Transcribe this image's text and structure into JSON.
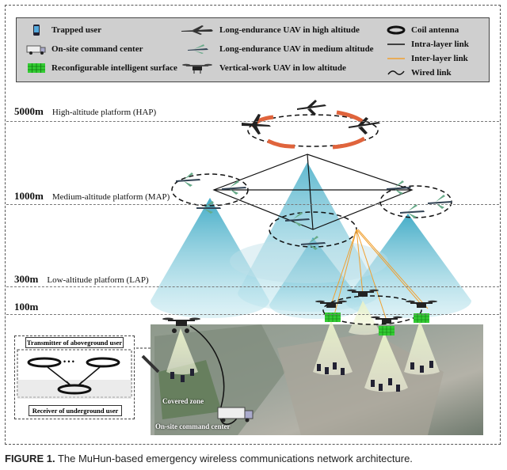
{
  "legend": {
    "trapped_user": "Trapped user",
    "command_center": "On-site command center",
    "ris": "Reconfigurable intelligent surface",
    "uav_high": "Long-endurance UAV in high altitude",
    "uav_medium": "Long-endurance UAV in medium altitude",
    "uav_low": "Vertical-work UAV in low altitude",
    "coil_antenna": "Coil antenna",
    "intra_layer": "Intra-layer link",
    "inter_layer": "Inter-layer link",
    "wired": "Wired link"
  },
  "layers": {
    "hap_height": "5000m",
    "hap_name": "High-altitude platform (HAP)",
    "map_height": "1000m",
    "map_name": "Medium-altitude platform (MAP)",
    "lap_height": "300m",
    "lap_name": "Low-altitude platform (LAP)",
    "ground_height": "100m"
  },
  "scene": {
    "covered_zone": "Covered zone",
    "command_center_label": "On-site command center"
  },
  "inset": {
    "transmitter": "Transmitter of aboveground user",
    "receiver": "Receiver of underground user",
    "ellipsis": "• • •"
  },
  "caption": {
    "label": "FIGURE 1.",
    "text": " The MuHun-based emergency wireless communications network architecture."
  },
  "colors": {
    "beam": "#6fc6d6",
    "arrow": "#e0643c",
    "inter_link": "#f0a030",
    "legend_bg": "#cfcfcf"
  }
}
